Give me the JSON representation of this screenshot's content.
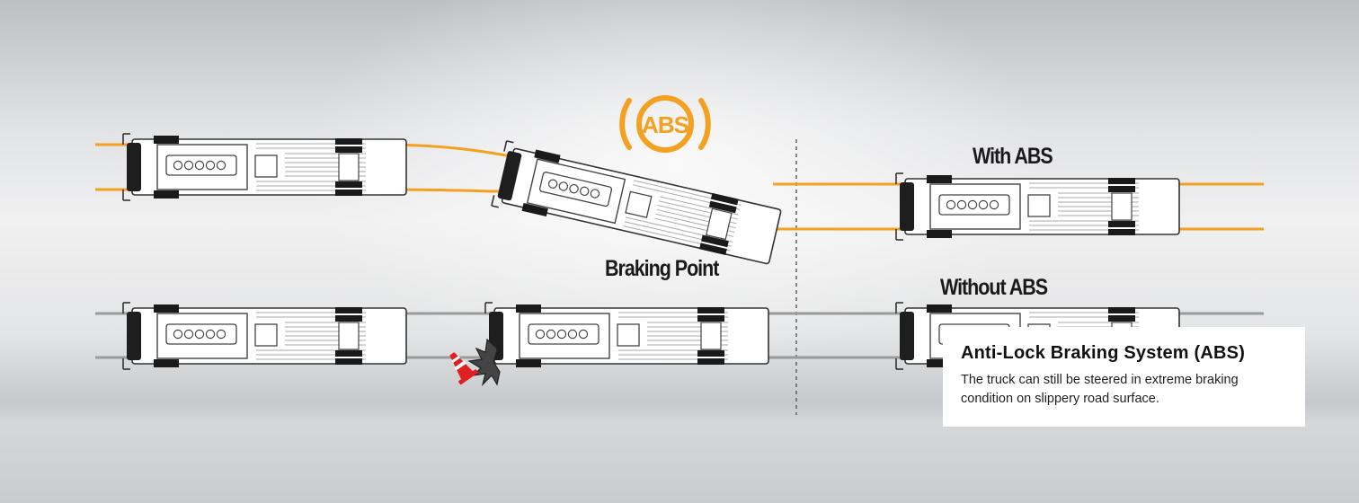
{
  "labels": {
    "with_abs": "With ABS",
    "without_abs": "Without ABS",
    "braking_point": "Braking Point"
  },
  "abs_icon": {
    "text": "ABS",
    "color": "#f4a020",
    "name": "abs-warning-icon"
  },
  "info_box": {
    "title": "Anti-Lock Braking System (ABS)",
    "body": "The truck can still be steered in extreme braking condition on slippery road surface."
  },
  "colors": {
    "abs_path": "#f4a020",
    "no_abs_track": "#9a9a9a",
    "truck_outline": "#333333",
    "tire": "#1a1a1a",
    "cone_red": "#e02020",
    "divider": "#666666"
  },
  "icons": [
    "truck-top-view-icon",
    "traffic-cone-icon",
    "collision-burst-icon",
    "abs-warning-icon"
  ]
}
